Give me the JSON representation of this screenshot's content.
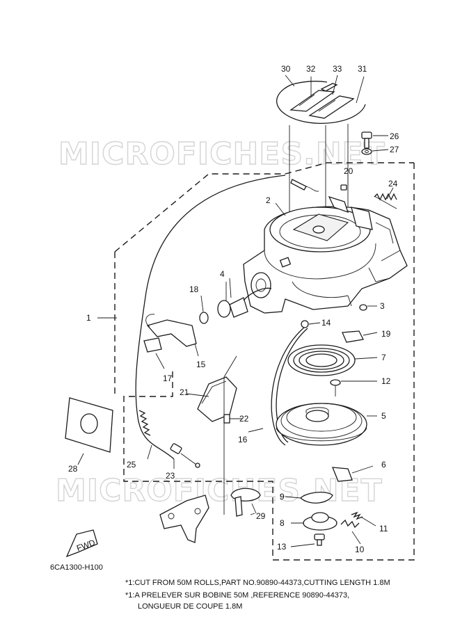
{
  "watermark": "MICROFICHES.NET",
  "diagram_code": "6CA1300-H100",
  "fwd_label": "FWD",
  "part_labels": {
    "p1": "1",
    "p2": "2",
    "p3": "3",
    "p4": "4",
    "p5": "5",
    "p6": "6",
    "p7": "7",
    "p8": "8",
    "p9": "9",
    "p10": "10",
    "p11": "11",
    "p12": "12",
    "p13": "13",
    "p14": "14",
    "p15": "15",
    "p16": "16",
    "p17": "17",
    "p18": "18",
    "p19": "19",
    "p20": "20",
    "p21": "21",
    "p22": "22",
    "p23": "23",
    "p24": "24",
    "p25": "25",
    "p26": "26",
    "p27": "27",
    "p28": "28",
    "p29": "29",
    "p30": "30",
    "p31": "31",
    "p32": "32",
    "p33": "33"
  },
  "notes": {
    "line1": "*1:CUT FROM 50M ROLLS,PART NO.90890-44373,CUTTING LENGTH 1.8M",
    "line2": "*1:A PRELEVER SUR BOBINE 50M ,REFERENCE 90890-44373,",
    "line3": "LONGUEUR DE COUPE 1.8M"
  }
}
